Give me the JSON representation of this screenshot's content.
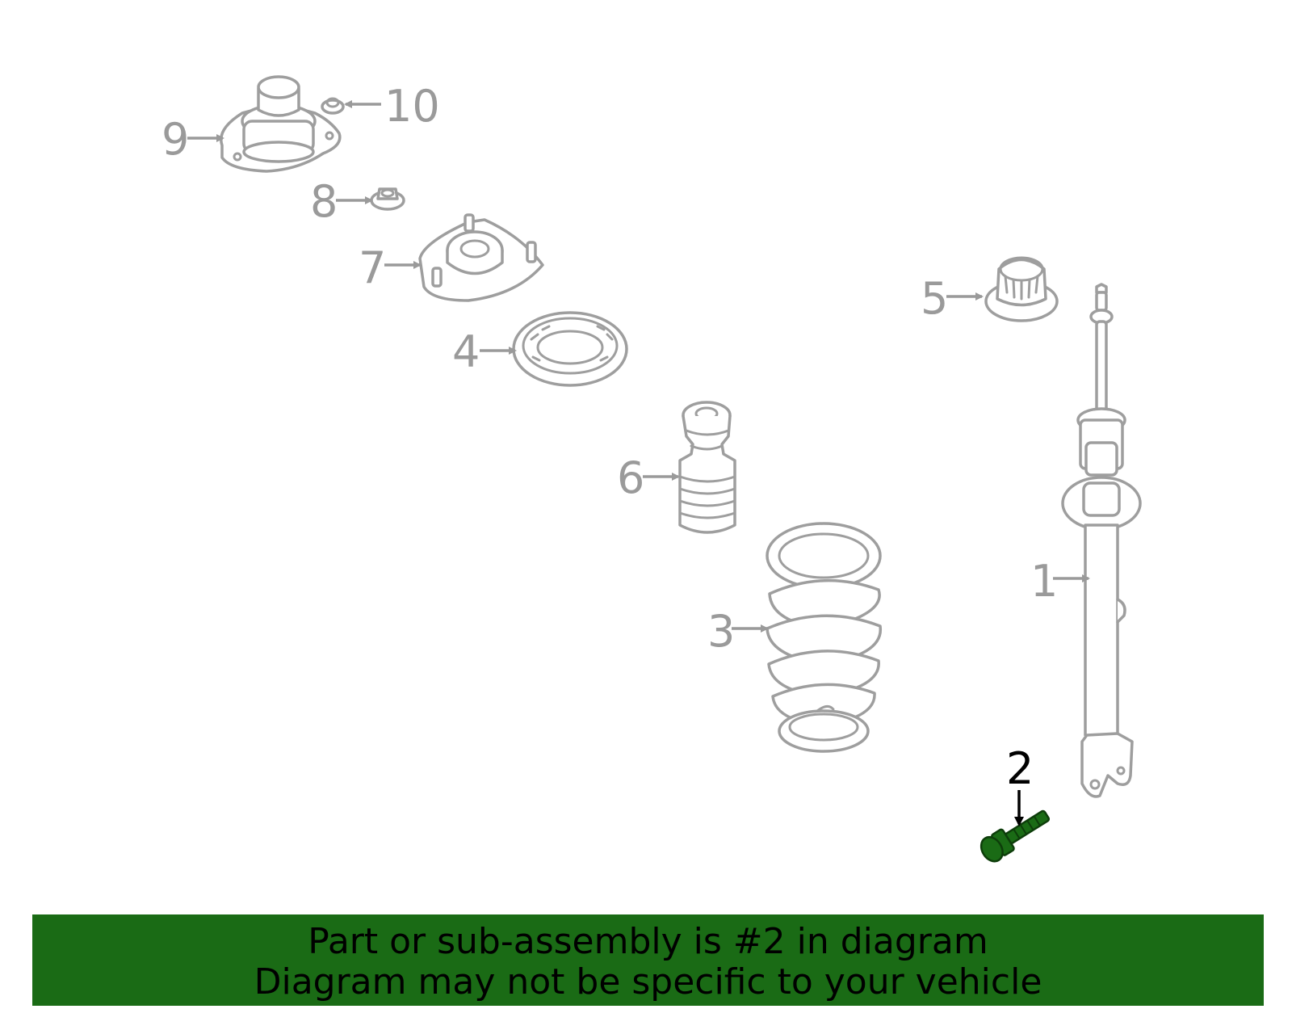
{
  "diagram": {
    "callouts": [
      "1",
      "2",
      "3",
      "4",
      "5",
      "6",
      "7",
      "8",
      "9",
      "10"
    ],
    "highlighted_callout": "2",
    "highlight_color": "#1a6b15",
    "part_color": "#9e9e9e"
  },
  "banner": {
    "line1": "Part or sub-assembly is #2 in diagram",
    "line2": "Diagram may not be specific to your vehicle",
    "background": "#1a6b15"
  }
}
